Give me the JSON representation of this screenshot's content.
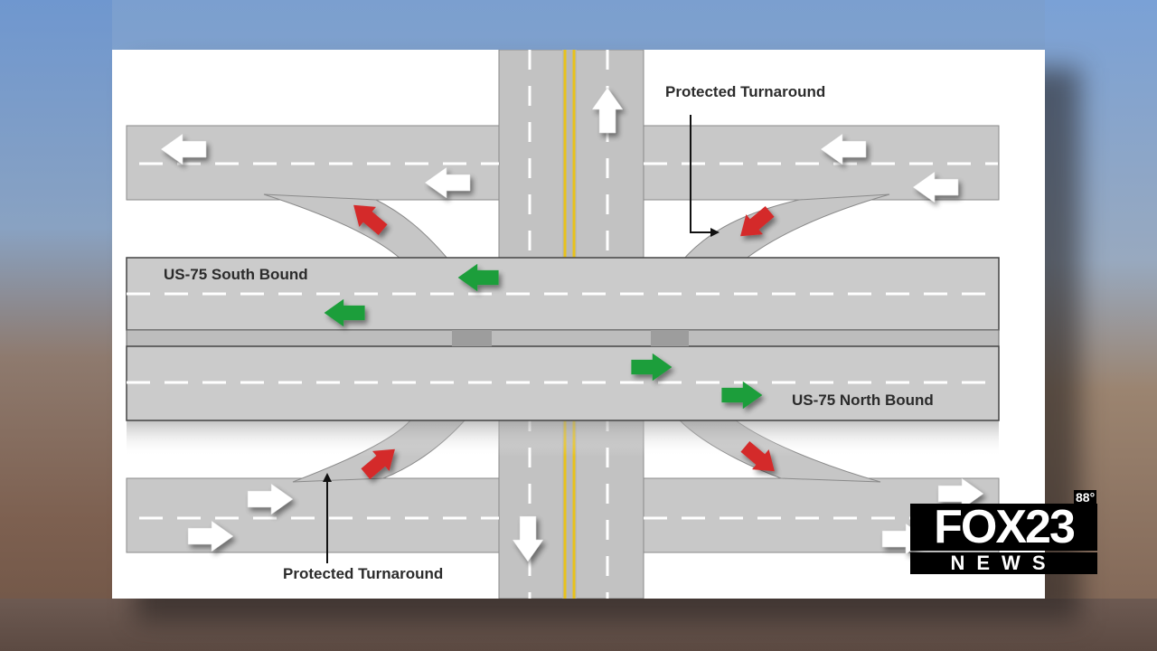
{
  "diagram": {
    "labels": {
      "southbound": "US-75 South Bound",
      "northbound": "US-75 North Bound",
      "turnaround_top": "Protected Turnaround",
      "turnaround_bottom": "Protected Turnaround"
    },
    "colors": {
      "road": "#c8c8c8",
      "highway": "#cbcbcb",
      "yellow_line": "#e8c21b",
      "arrow_green": "#1f9e3a",
      "arrow_red": "#d42a2a",
      "arrow_white": "#ffffff"
    }
  },
  "branding": {
    "logo_main": "FOX23",
    "logo_sub": "NEWS",
    "temperature": "88°"
  }
}
